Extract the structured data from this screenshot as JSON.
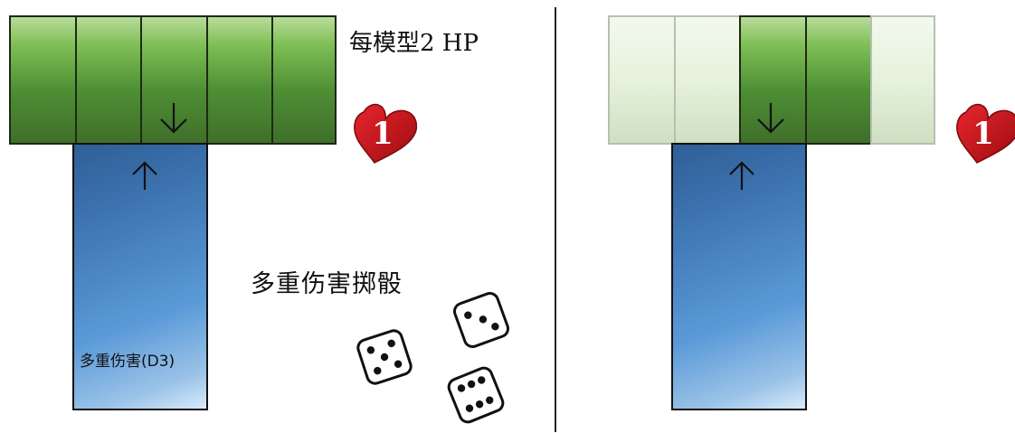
{
  "left_panel": {
    "hp_label": "每模型2 HP",
    "dice_label": "多重伤害掷骰",
    "attack_label": "多重伤害(D3)",
    "damage_heart": "1"
  },
  "right_panel": {
    "damage_heart": "1"
  },
  "colors": {
    "model_green": "#4e8f34",
    "faded_green": "#e6f2dc",
    "attack_blue": "#3d73b1",
    "heart_red": "#c8161c"
  },
  "icons": [
    "down-arrow-icon",
    "up-arrow-icon",
    "heart-icon",
    "die-five-icon",
    "die-three-icon",
    "die-six-icon"
  ]
}
